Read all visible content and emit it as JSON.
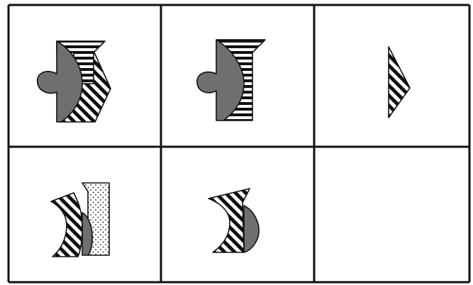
{
  "puzzle": {
    "rows": 2,
    "columns": 3,
    "colors": {
      "ink": "#111111",
      "gray_fill": "#6f6f6f",
      "paper": "#ffffff",
      "border": "#111111"
    },
    "cells": [
      {
        "id": "r1c1",
        "figure": "tab-crescent-with-diagonal-striped-chevron",
        "patterns": [
          "gray",
          "horizontal-stripes",
          "diagonal-stripes"
        ]
      },
      {
        "id": "r1c2",
        "figure": "tab-crescent-with-horizontal-striped-panel",
        "patterns": [
          "gray",
          "horizontal-stripes"
        ]
      },
      {
        "id": "r1c3",
        "figure": "diagonal-striped-triangle",
        "patterns": [
          "diagonal-stripes"
        ]
      },
      {
        "id": "r2c1",
        "figure": "diagonal-striped-crescent-with-dotted-panel",
        "patterns": [
          "diagonal-stripes",
          "gray",
          "dots"
        ]
      },
      {
        "id": "r2c2",
        "figure": "diagonal-striped-crescent-with-gray-half-disc",
        "patterns": [
          "diagonal-stripes",
          "gray"
        ]
      },
      {
        "id": "r2c3",
        "figure": "empty",
        "patterns": []
      }
    ]
  }
}
